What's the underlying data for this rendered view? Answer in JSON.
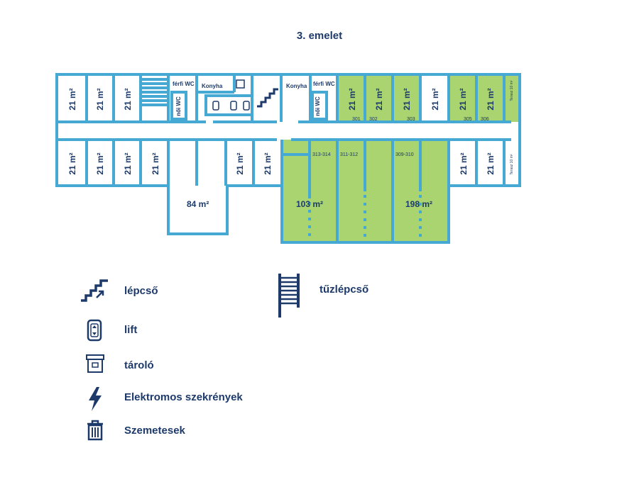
{
  "title": "3. emelet",
  "colors": {
    "wall": "#46a9d4",
    "rented": "#a9d46f",
    "text": "#1d3a6b"
  },
  "plan": {
    "room_area": "21 m²",
    "hall_84": "84 m²",
    "hall_103": "103 m²",
    "hall_198": "198 m²",
    "mens_wc": "férfi WC",
    "womens_wc": "női WC",
    "kitchen": "Konyha",
    "terrace": "Terasz 10 m²",
    "room_numbers": [
      "301",
      "302",
      "303",
      "305",
      "306",
      "313-314",
      "311-312",
      "309-310"
    ]
  },
  "legend": [
    {
      "icon": "stairs-icon",
      "label": "lépcső"
    },
    {
      "icon": "fire-escape-icon",
      "label": "tűzlépcső"
    },
    {
      "icon": "lift-icon",
      "label": "lift"
    },
    {
      "icon": "storage-icon",
      "label": "tároló"
    },
    {
      "icon": "lightning-icon",
      "label": "Elektromos szekrények"
    },
    {
      "icon": "trash-can-icon",
      "label": "Szemetesek"
    }
  ]
}
